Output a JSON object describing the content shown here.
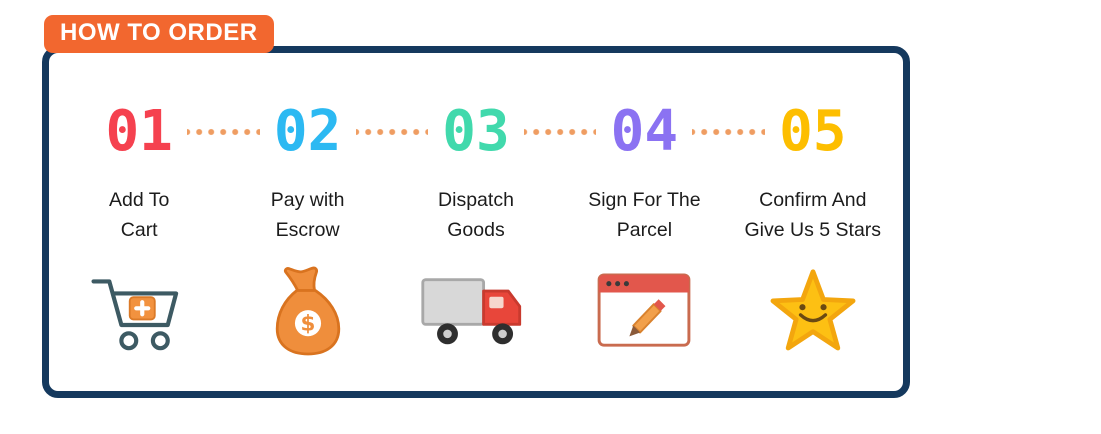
{
  "badge": {
    "label": "HOW TO ORDER",
    "bg_color": "#f2672f"
  },
  "panel": {
    "border_color": "#15395e"
  },
  "connector_color": "#ef9d62",
  "steps": [
    {
      "number": "01",
      "color": "#f5414f",
      "label": "Add To\nCart",
      "icon": "cart-plus-icon"
    },
    {
      "number": "02",
      "color": "#2cb9f2",
      "label": "Pay with\nEscrow",
      "icon": "money-bag-icon"
    },
    {
      "number": "03",
      "color": "#41d9ac",
      "label": "Dispatch\nGoods",
      "icon": "truck-icon"
    },
    {
      "number": "04",
      "color": "#8b72f2",
      "label": "Sign For The\nParcel",
      "icon": "sign-window-icon"
    },
    {
      "number": "05",
      "color": "#fdbe00",
      "label": "Confirm And\nGive Us 5 Stars",
      "icon": "smiling-star-icon"
    }
  ]
}
